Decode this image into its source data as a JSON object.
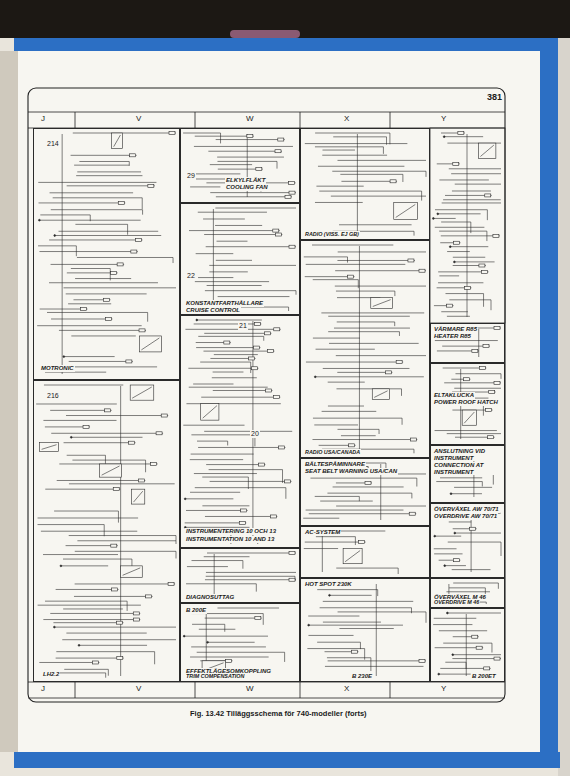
{
  "diagram": {
    "caption": "Fig. 13.42 Tilläggsschema för 740-modeller (forts)",
    "nodes": [
      {
        "text": [
          "MOTRONIC"
        ]
      },
      {
        "text": [
          "LH2.2"
        ]
      },
      {
        "text": [
          "ELKYLFLÄKT",
          "COOLING FAN"
        ]
      },
      {
        "text": [
          "KONSTANTFARTHÅLLARE",
          "CRUISE CONTROL"
        ]
      },
      {
        "text": [
          "INSTRUMENTERING 10 OCH 13",
          "INSTRUMENTATION 10 AND 13"
        ]
      },
      {
        "text": [
          "DIAGNOSUTTAG"
        ]
      },
      {
        "text": [
          "B 200E",
          "EFFEKTLÄGESOMKOPPLING",
          "TRIM COMPENSATION"
        ]
      },
      {
        "text": [
          "RADIO (VISS. EJ GB)"
        ]
      },
      {
        "text": [
          "RADIO USA/CANADA"
        ]
      },
      {
        "text": [
          "BÄLTESPÅMINNARE",
          "SEAT BELT WARNING USA/CAN"
        ]
      },
      {
        "text": [
          "AC-SYSTEM"
        ]
      },
      {
        "text": [
          "HOT SPOT 230K",
          "B 230E"
        ]
      },
      {
        "text": [
          "VÄRMARE R85",
          "HEATER R85"
        ]
      },
      {
        "text": [
          "ELTAKLUCKA",
          "POWER ROOF HATCH"
        ]
      },
      {
        "text": [
          "ANSLUTNING VID INSTRUMENT",
          "CONNECTION AT INSTRUMENT"
        ]
      },
      {
        "text": [
          "ÖVERVÄXEL AW 70/71",
          "OVERDRIVE AW 70/71"
        ]
      },
      {
        "text": [
          "ÖVERVÄXEL M 46",
          "OVERDRIVE M 46"
        ]
      },
      {
        "text": [
          "B 200ET"
        ]
      }
    ],
    "labels": [
      "381",
      "J",
      "V",
      "W",
      "X",
      "Y",
      "J",
      "V",
      "W",
      "X",
      "Y",
      "21",
      "22",
      "20",
      "29",
      "214",
      "216"
    ]
  }
}
